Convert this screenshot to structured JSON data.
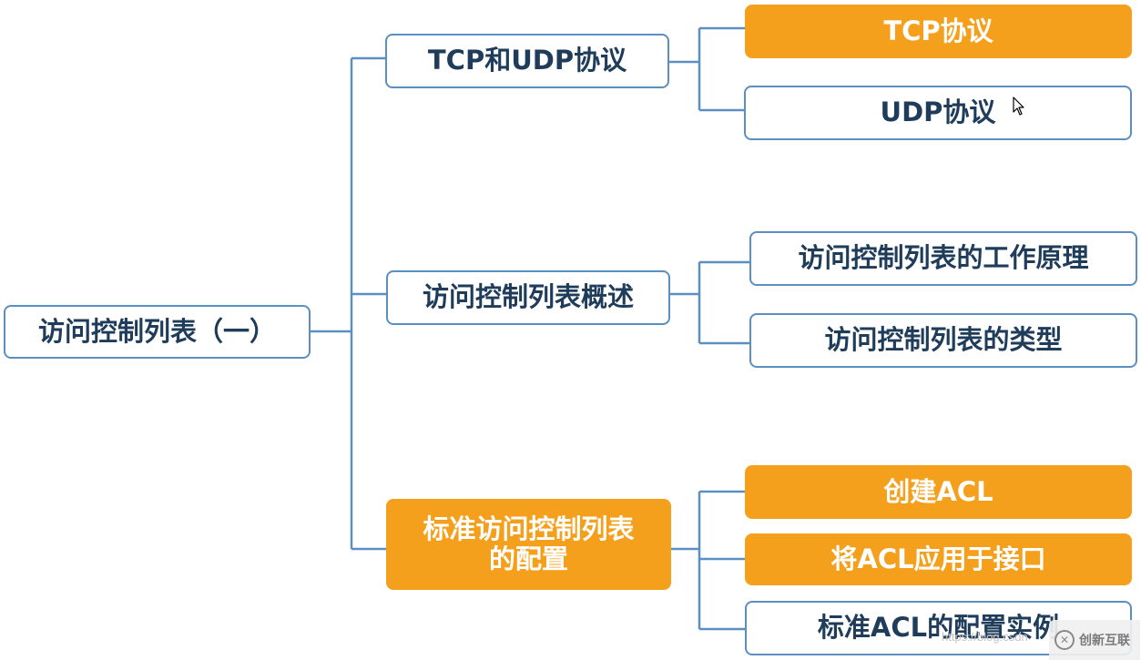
{
  "root": {
    "label": "访问控制列表（一）"
  },
  "branches": [
    {
      "label": "TCP和UDP协议",
      "children": [
        {
          "label": "TCP协议"
        },
        {
          "label": "UDP协议"
        }
      ]
    },
    {
      "label": "访问控制列表概述",
      "children": [
        {
          "label": "访问控制列表的工作原理"
        },
        {
          "label": "访问控制列表的类型"
        }
      ]
    },
    {
      "label_line1": "标准访问控制列表",
      "label_line2": "的配置",
      "children": [
        {
          "label": "创建ACL"
        },
        {
          "label": "将ACL应用于接口"
        },
        {
          "label": "标准ACL的配置实例"
        }
      ]
    }
  ],
  "watermark": {
    "url_text": "https://blog.csdn",
    "brand": "创新互联"
  },
  "colors": {
    "border": "#5b8fc2",
    "text": "#1f3d5a",
    "highlight": "#f5a01d"
  }
}
